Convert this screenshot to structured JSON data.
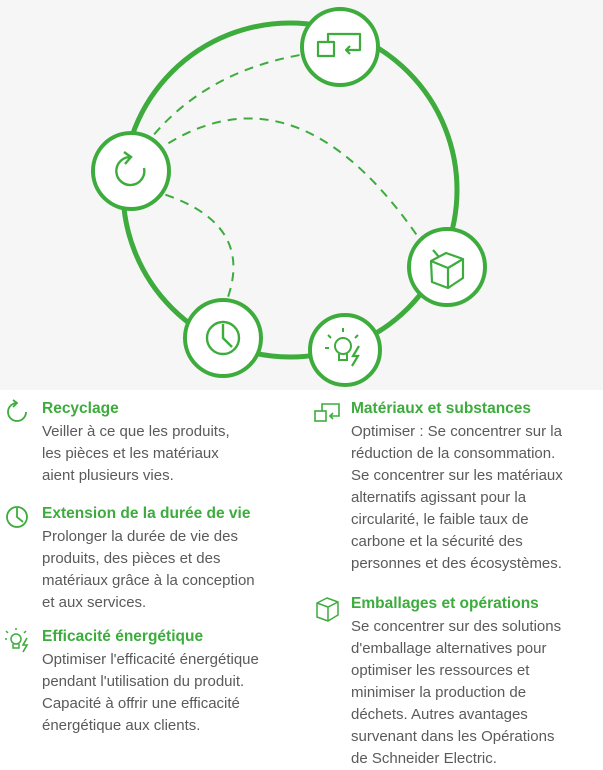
{
  "colors": {
    "green": "#3dac3d",
    "text": "#5a5a5a",
    "panel": "#f6f6f6"
  },
  "items": {
    "recycling": {
      "icon": "recycle-icon",
      "title": "Recyclage",
      "body": "Veiller à ce que les produits,\nles pièces et les matériaux\naient plusieurs vies."
    },
    "lifetime": {
      "icon": "clock-icon",
      "title": "Extension de la durée de vie",
      "body": "Prolonger la durée de vie des\nproduits, des pièces et des\nmatériaux grâce à la conception\net aux services."
    },
    "energy": {
      "icon": "lightbulb-bolt-icon",
      "title": "Efficacité énergétique",
      "body": "Optimiser l'efficacité énergétique\npendant l'utilisation du produit.\nCapacité à offrir une efficacité\nénergétique aux clients."
    },
    "materials": {
      "icon": "materials-swap-icon",
      "title": "Matériaux et substances",
      "body": "Optimiser : Se concentrer sur la\nréduction de la consommation.\nSe concentrer sur les matériaux\nalternatifs agissant pour la\ncircularité, le faible taux de\ncarbone et la sécurité des\npersonnes et des écosystèmes."
    },
    "packaging": {
      "icon": "box-icon",
      "title": "Emballages et opérations",
      "body": "Se concentrer sur des solutions\nd'emballage alternatives pour\noptimiser les ressources et\nminimiser la production de\ndéchets. Autres avantages\nsurvenant dans les Opérations\nde Schneider Electric."
    }
  }
}
